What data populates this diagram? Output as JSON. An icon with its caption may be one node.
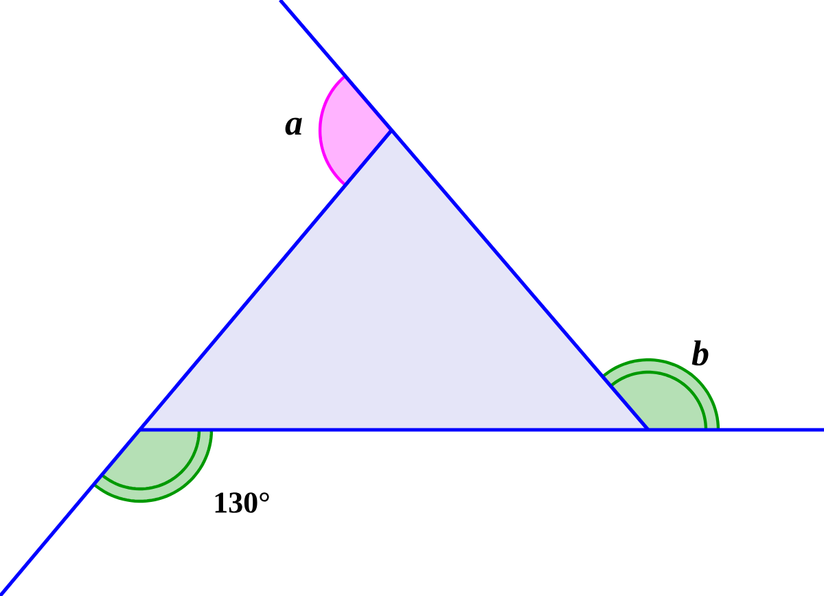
{
  "diagram": {
    "labels": [
      "a",
      "b",
      "130°"
    ]
  }
}
